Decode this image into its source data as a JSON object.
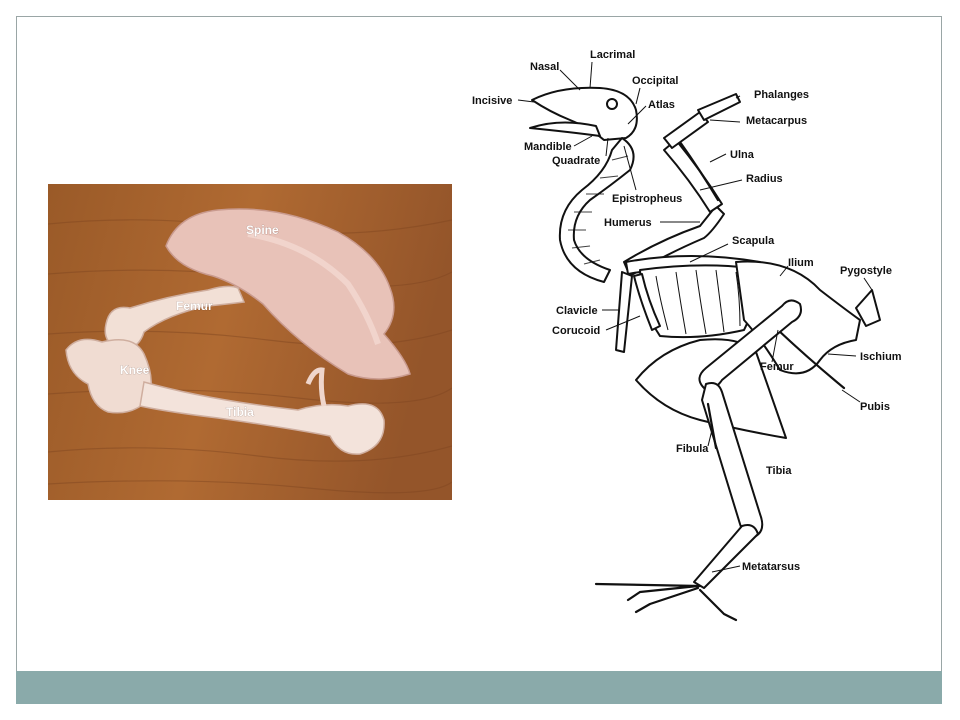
{
  "colors": {
    "footer": "#8aaaaa",
    "border": "#9aa6a6",
    "wood": "#a4622d",
    "bone": "#f0dcd2"
  },
  "photo": {
    "labels": {
      "spine": "Spine",
      "femur": "Femur",
      "knee": "Knee",
      "tibia": "Tibia"
    }
  },
  "diagram": {
    "labels": {
      "nasal": "Nasal",
      "lacrimal": "Lacrimal",
      "occipital": "Occipital",
      "incisive": "Incisive",
      "atlas": "Atlas",
      "phalanges": "Phalanges",
      "metacarpus": "Metacarpus",
      "mandible": "Mandible",
      "quadrate": "Quadrate",
      "ulna": "Ulna",
      "radius": "Radius",
      "epistropheus": "Epistropheus",
      "humerus": "Humerus",
      "scapula": "Scapula",
      "ilium": "Ilium",
      "pygostyle": "Pygostyle",
      "clavicle": "Clavicle",
      "corucoid": "Corucoid",
      "ischium": "Ischium",
      "femur": "Femur",
      "pubis": "Pubis",
      "fibula": "Fibula",
      "tibia": "Tibia",
      "metatarsus": "Metatarsus"
    }
  }
}
